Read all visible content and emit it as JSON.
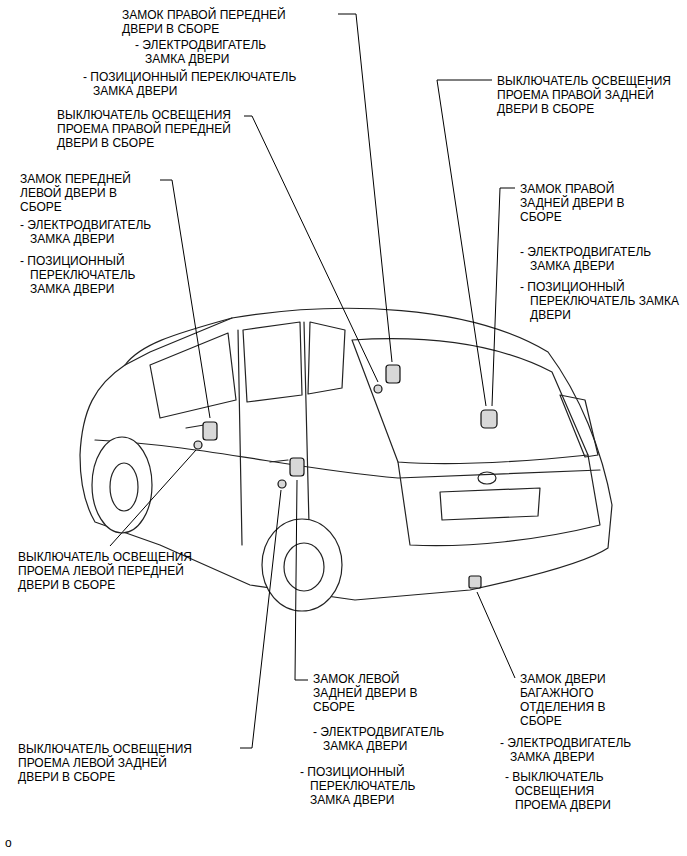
{
  "diagram": {
    "labels": [
      "ЗАМОК ПРАВОЙ ПЕРЕДНЕЙ ДВЕРИ В СБОРЕ",
      "- ЭЛЕКТРОДВИГАТЕЛЬ ЗАМКА ДВЕРИ",
      "- ПОЗИЦИОННЫЙ ПЕРЕКЛЮЧАТЕЛЬ ЗАМКА ДВЕРИ",
      "ВЫКЛЮЧАТЕЛЬ ОСВЕЩЕНИЯ ПРОЕМА ПРАВОЙ ПЕРЕДНЕЙ ДВЕРИ В СБОРЕ",
      "ЗАМОК ПЕРЕДНЕЙ ЛЕВОЙ ДВЕРИ В СБОРЕ",
      "- ЭЛЕКТРОДВИГАТЕЛЬ ЗАМКА ДВЕРИ",
      "- ПОЗИЦИОННЫЙ ПЕРЕКЛЮЧАТЕЛЬ ЗАМКА ДВЕРИ",
      "ВЫКЛЮЧАТЕЛЬ ОСВЕЩЕНИЯ ПРОЕМА ПРАВОЙ ЗАДНЕЙ ДВЕРИ В СБОРЕ",
      "ЗАМОК ПРАВОЙ ЗАДНЕЙ ДВЕРИ В СБОРЕ",
      "- ЭЛЕКТРОДВИГАТЕЛЬ ЗАМКА ДВЕРИ",
      "- ПОЗИЦИОННЫЙ ПЕРЕКЛЮЧАТЕЛЬ ЗАМКА ДВЕРИ",
      "ВЫКЛЮЧАТЕЛЬ ОСВЕЩЕНИЯ ПРОЕМА ЛЕВОЙ ПЕРЕДНЕЙ ДВЕРИ В СБОРЕ",
      "ЗАМОК ЛЕВОЙ ЗАДНЕЙ ДВЕРИ В СБОРЕ",
      "- ЭЛЕКТРОДВИГАТЕЛЬ ЗАМКА ДВЕРИ",
      "- ПОЗИЦИОННЫЙ ПЕРЕКЛЮЧАТЕЛЬ ЗАМКА ДВЕРИ",
      "ЗАМОК ДВЕРИ БАГАЖНОГО ОТДЕЛЕНИЯ В СБОРЕ",
      "- ЭЛЕКТРОДВИГАТЕЛЬ ЗАМКА ДВЕРИ",
      "- ВЫКЛЮЧАТЕЛЬ ОСВЕЩЕНИЯ ПРОЕМА ДВЕРИ",
      "ВЫКЛЮЧАТЕЛЬ ОСВЕЩЕНИЯ ПРОЕМА ЛЕВОЙ ЗАДНЕЙ ДВЕРИ В СБОРЕ",
      "o"
    ]
  }
}
